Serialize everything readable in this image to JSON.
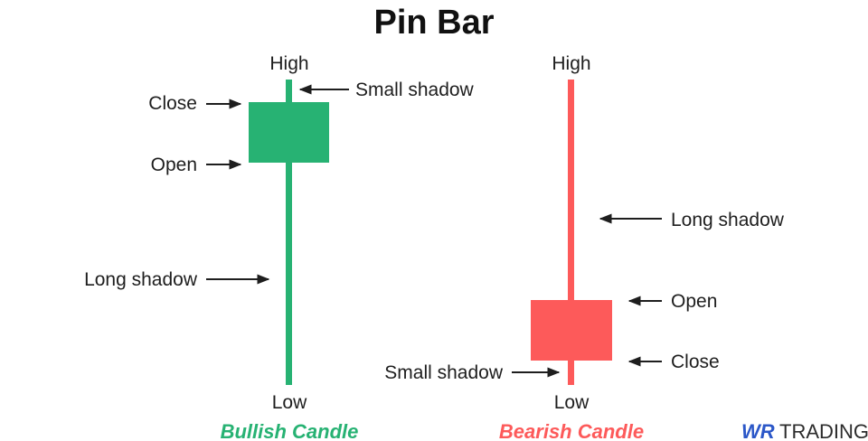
{
  "title": "Pin Bar",
  "colors": {
    "bullish": "#27b273",
    "bearish": "#fd5a5a",
    "text": "#1e1e1e",
    "logo_blue": "#2b57c8",
    "logo_text": "#2c2c2c"
  },
  "bullish": {
    "caption": "Bullish Candle",
    "high_label": "High",
    "low_label": "Low",
    "close_label": "Close",
    "open_label": "Open",
    "small_shadow_label": "Small shadow",
    "long_shadow_label": "Long shadow"
  },
  "bearish": {
    "caption": "Bearish Candle",
    "high_label": "High",
    "low_label": "Low",
    "open_label": "Open",
    "close_label": "Close",
    "small_shadow_label": "Small shadow",
    "long_shadow_label": "Long shadow"
  },
  "logo": {
    "mark": "WR",
    "text": "TRADING"
  }
}
